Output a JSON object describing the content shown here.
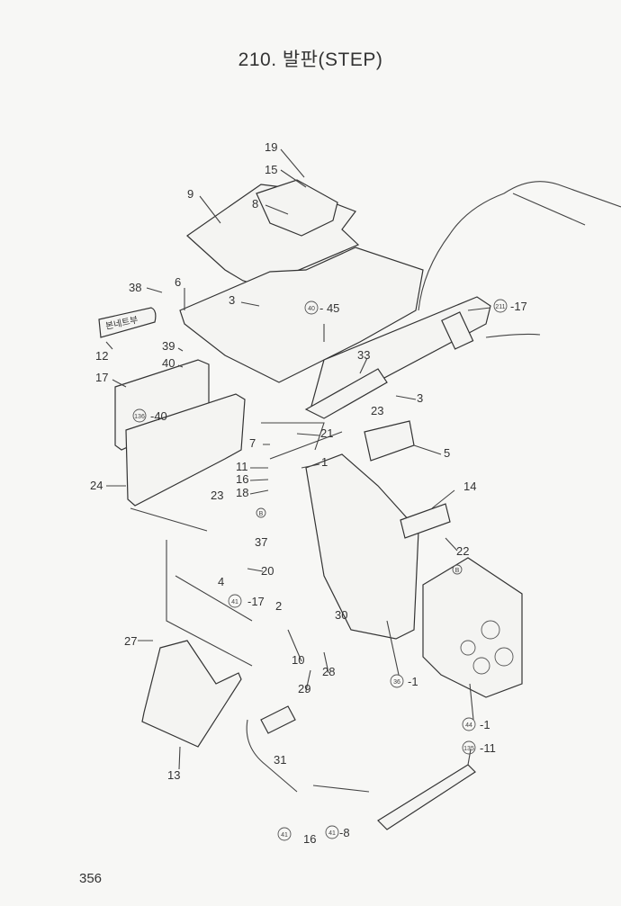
{
  "title": "210. 발판(STEP)",
  "page_number": "356",
  "decal_text": "본네트부",
  "labels": {
    "p19": "19",
    "p15": "15",
    "p9": "9",
    "p8": "8",
    "p38": "38",
    "p6": "6",
    "p3a": "3",
    "p12": "12",
    "p39": "39",
    "p40": "40",
    "p17": "17",
    "p33": "33",
    "p3b": "3",
    "p23a": "23",
    "p21": "21",
    "p7": "7",
    "p5": "5",
    "p1": "1",
    "p11": "11",
    "p16a": "16",
    "p18": "18",
    "p24": "24",
    "p23b": "23",
    "p14": "14",
    "p37": "37",
    "p22": "22",
    "p20": "20",
    "p4": "4",
    "p2": "2",
    "p30": "30",
    "p27": "27",
    "p10": "10",
    "p28": "28",
    "p29": "29",
    "p13": "13",
    "p31": "31",
    "pB1": "B",
    "pB2": "B"
  },
  "refs": [
    {
      "group": "40",
      "suffix": "- 45"
    },
    {
      "group": "211",
      "suffix": "-17"
    },
    {
      "group": "136",
      "suffix": "-40"
    },
    {
      "group": "41",
      "suffix": "-17"
    },
    {
      "group": "36",
      "suffix": "-1"
    },
    {
      "group": "44",
      "suffix": "-1"
    },
    {
      "group": "135",
      "suffix": "-11"
    },
    {
      "group": "41",
      "suffix": "-8"
    },
    {
      "group": "41",
      "suffix": ""
    },
    {
      "group": "",
      "suffix": "16"
    }
  ]
}
